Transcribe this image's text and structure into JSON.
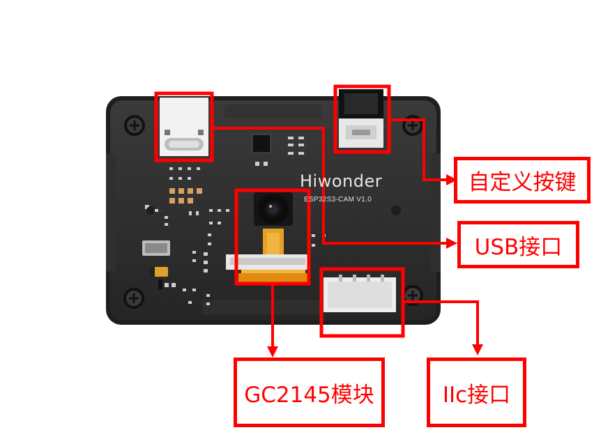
{
  "board": {
    "brand": "Hiwonder",
    "model": "ESP32S3-CAM V1.0"
  },
  "labels": {
    "custom_button": "自定义按键",
    "usb_port": "USB接口",
    "camera_module": "GC2145模块",
    "iic_port": "IIc接口"
  },
  "colors": {
    "annotation": "#ff0000",
    "board": "#2b2b2b"
  }
}
